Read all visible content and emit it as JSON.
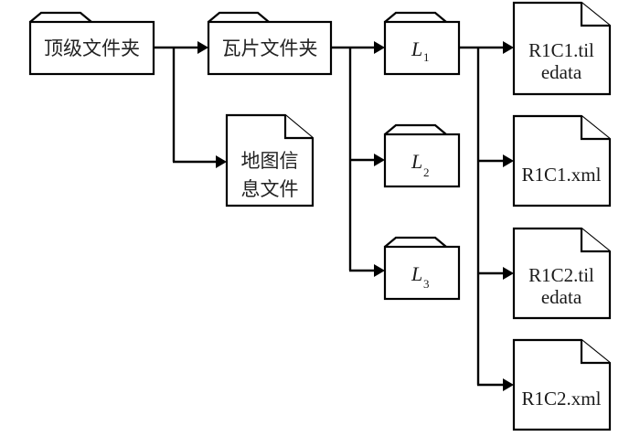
{
  "diagram": {
    "type": "directory-tree",
    "nodes": {
      "top_folder": {
        "kind": "folder",
        "label": "顶级文件夹"
      },
      "tile_folder": {
        "kind": "folder",
        "label": "瓦片文件夹"
      },
      "map_info": {
        "kind": "file",
        "lines": [
          "地图信",
          "息文件"
        ]
      },
      "level1": {
        "kind": "folder",
        "var": "L",
        "sub": "1"
      },
      "level2": {
        "kind": "folder",
        "var": "L",
        "sub": "2"
      },
      "level3": {
        "kind": "folder",
        "var": "L",
        "sub": "3"
      },
      "r1c1_tiledata": {
        "kind": "file",
        "lines": [
          "R1C1.til",
          "edata"
        ]
      },
      "r1c1_xml": {
        "kind": "file",
        "lines": [
          "R1C1.xml"
        ]
      },
      "r1c2_tiledata": {
        "kind": "file",
        "lines": [
          "R1C2.til",
          "edata"
        ]
      },
      "r1c2_xml": {
        "kind": "file",
        "lines": [
          "R1C2.xml"
        ]
      }
    },
    "edges": [
      [
        "top_folder",
        "tile_folder"
      ],
      [
        "top_folder",
        "map_info"
      ],
      [
        "tile_folder",
        "level1"
      ],
      [
        "tile_folder",
        "level2"
      ],
      [
        "tile_folder",
        "level3"
      ],
      [
        "level1",
        "r1c1_tiledata"
      ],
      [
        "level1",
        "r1c1_xml"
      ],
      [
        "level1",
        "r1c2_tiledata"
      ],
      [
        "level1",
        "r1c2_xml"
      ]
    ]
  }
}
